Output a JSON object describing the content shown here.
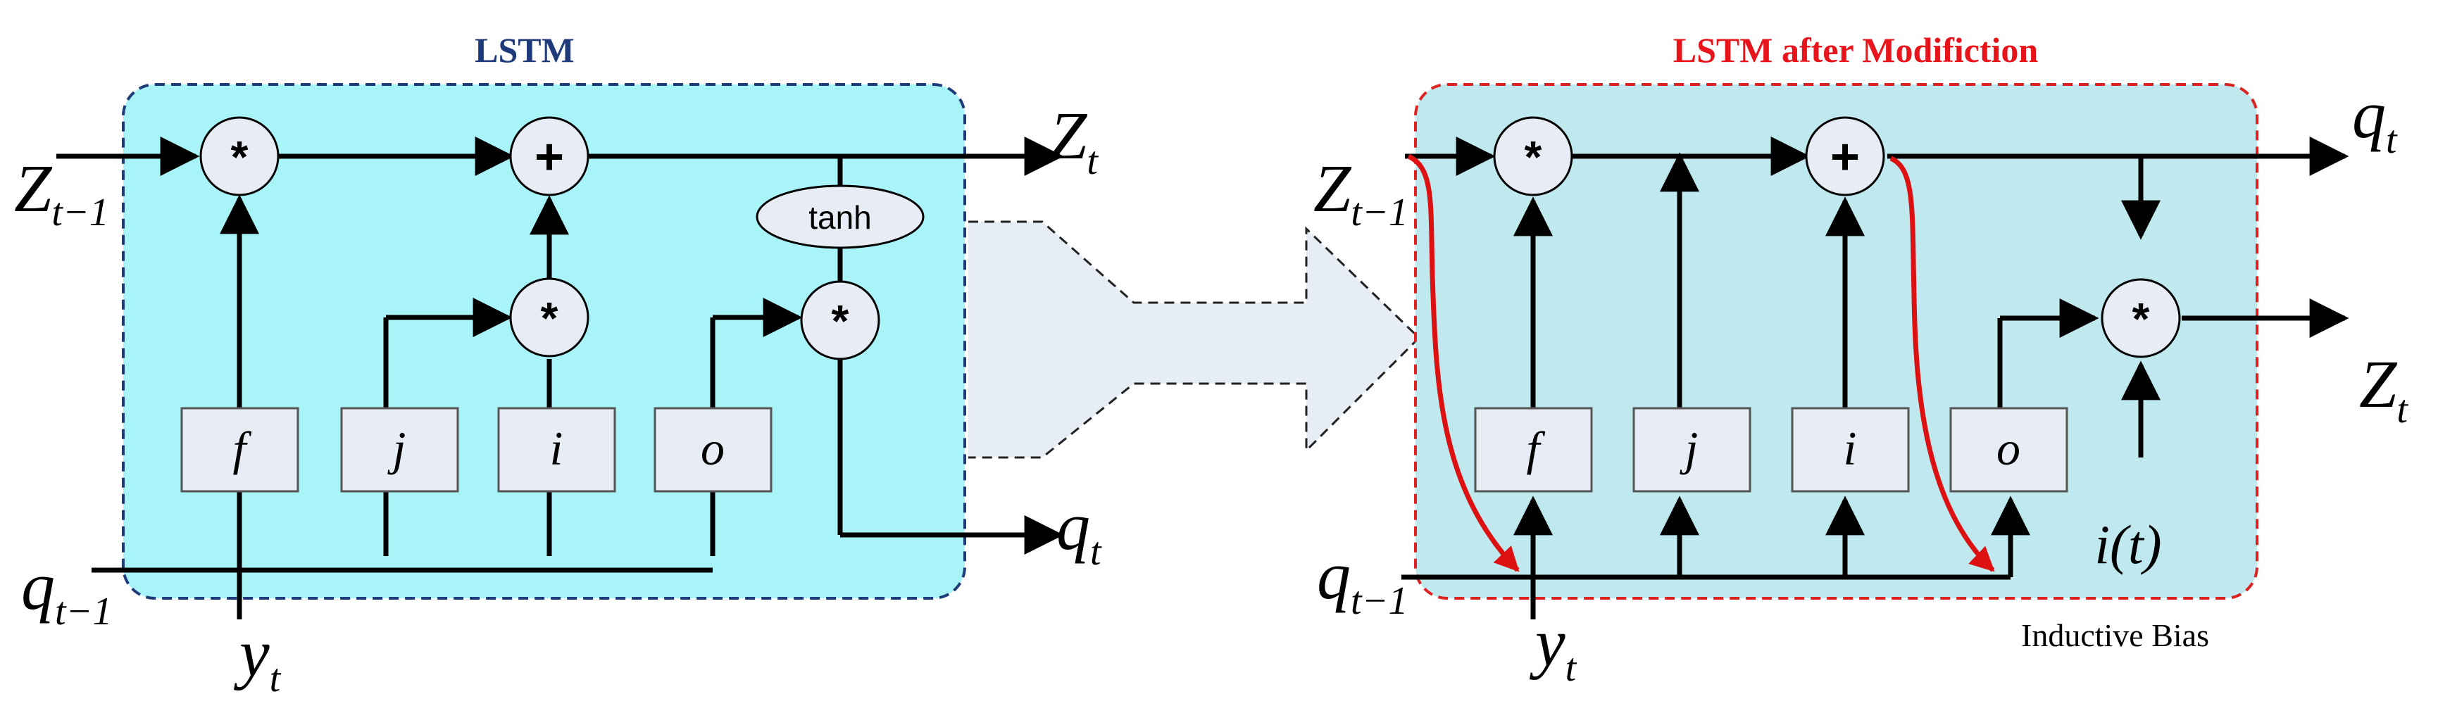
{
  "left": {
    "title": "LSTM",
    "title_color": "#1f3a7a",
    "fill": "#a9f4f8",
    "labels": {
      "z_prev": "Z",
      "z_prev_sub": "t−1",
      "z_out": "Z",
      "z_out_sub": "t",
      "q_prev": "q",
      "q_prev_sub": "t−1",
      "q_out": "q",
      "q_out_sub": "t",
      "y": "y",
      "y_sub": "t"
    },
    "ops": {
      "mul": "*",
      "add": "+",
      "tanh": "tanh"
    },
    "gates": [
      "f",
      "j",
      "i",
      "o"
    ]
  },
  "right": {
    "title": "LSTM after Modifiction",
    "title_color": "#e8141b",
    "fill": "#bfe9ef",
    "labels": {
      "z_prev": "Z",
      "z_prev_sub": "t−1",
      "q_out": "q",
      "q_out_sub": "t",
      "z_out": "Z",
      "z_out_sub": "t",
      "q_prev": "q",
      "q_prev_sub": "t−1",
      "y": "y",
      "y_sub": "t",
      "i_t": "i(t)",
      "bias": "Inductive Bias"
    },
    "ops": {
      "mul": "*",
      "add": "+"
    },
    "gates": [
      "f",
      "j",
      "i",
      "o"
    ]
  },
  "colors": {
    "arrow_band": "#e6edf5",
    "bias_path": "#dd1111",
    "node_fill": "#e8ecf4"
  }
}
